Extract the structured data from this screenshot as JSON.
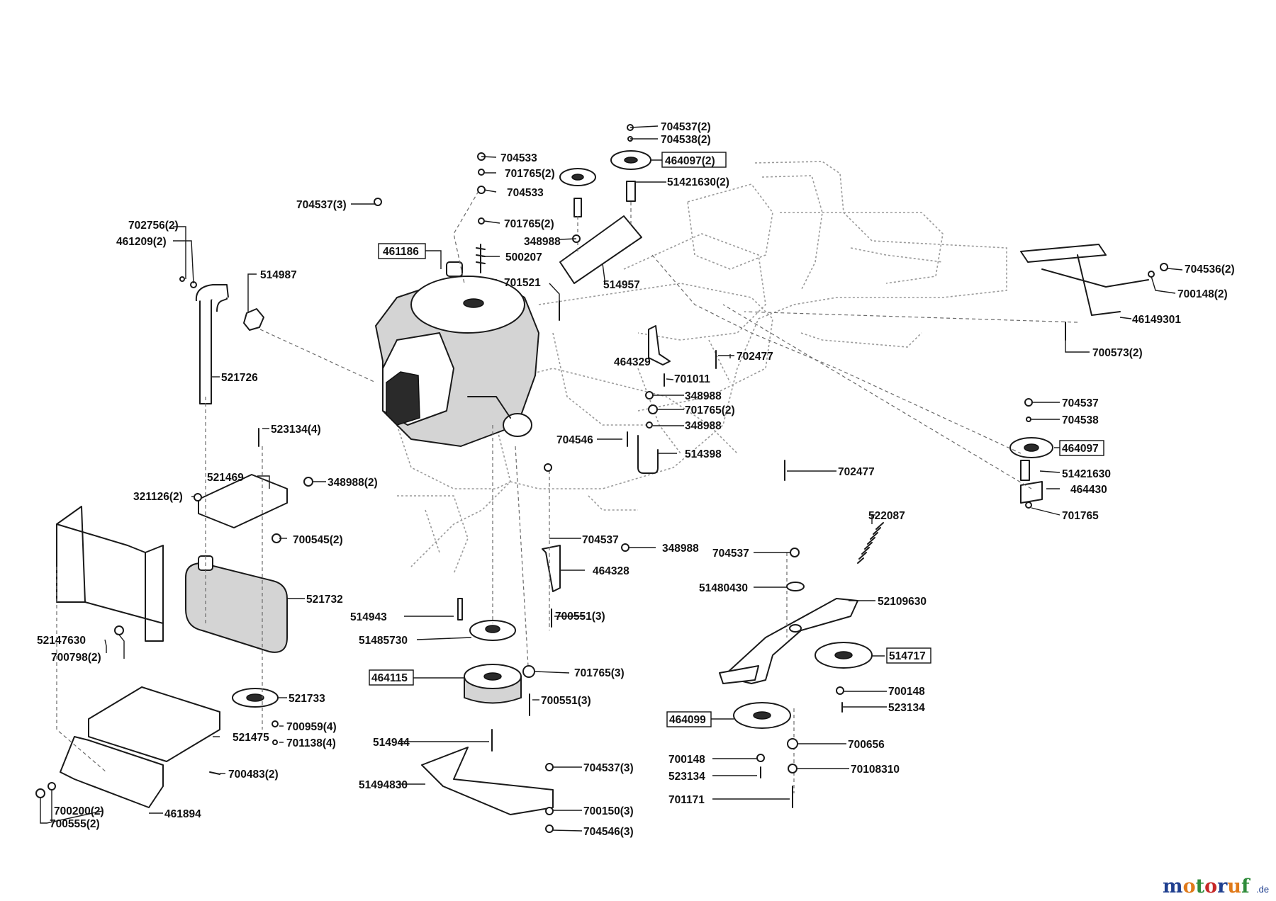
{
  "diagram": {
    "title": "",
    "labels": [
      {
        "id": "704537(2)",
        "text": "704537(2)"
      },
      {
        "id": "704538(2)",
        "text": "704538(2)"
      },
      {
        "id": "464097(2)",
        "text": "464097(2)",
        "boxed": true
      },
      {
        "id": "51421630(2)",
        "text": "51421630(2)"
      },
      {
        "id": "704533-a",
        "text": "704533"
      },
      {
        "id": "701765(2)-a",
        "text": "701765(2)"
      },
      {
        "id": "704533-b",
        "text": "704533"
      },
      {
        "id": "704537(3)-a",
        "text": "704537(3)"
      },
      {
        "id": "701765(2)-b",
        "text": "701765(2)"
      },
      {
        "id": "702756(2)",
        "text": "702756(2)"
      },
      {
        "id": "461209(2)",
        "text": "461209(2)"
      },
      {
        "id": "348988-a",
        "text": "348988"
      },
      {
        "id": "461186",
        "text": "461186",
        "boxed": true
      },
      {
        "id": "500207",
        "text": "500207"
      },
      {
        "id": "514987",
        "text": "514987"
      },
      {
        "id": "514957",
        "text": "514957"
      },
      {
        "id": "701521",
        "text": "701521"
      },
      {
        "id": "704536(2)",
        "text": "704536(2)"
      },
      {
        "id": "700148(2)",
        "text": "700148(2)"
      },
      {
        "id": "46149301",
        "text": "46149301"
      },
      {
        "id": "700573(2)",
        "text": "700573(2)"
      },
      {
        "id": "702477-a",
        "text": "702477"
      },
      {
        "id": "464329",
        "text": "464329"
      },
      {
        "id": "701011",
        "text": "701011"
      },
      {
        "id": "521726",
        "text": "521726"
      },
      {
        "id": "348988-b",
        "text": "348988"
      },
      {
        "id": "701765(2)-c",
        "text": "701765(2)"
      },
      {
        "id": "348988-c",
        "text": "348988"
      },
      {
        "id": "704537-a",
        "text": "704537"
      },
      {
        "id": "704538",
        "text": "704538"
      },
      {
        "id": "523134(4)",
        "text": "523134(4)"
      },
      {
        "id": "704546",
        "text": "704546"
      },
      {
        "id": "514398",
        "text": "514398"
      },
      {
        "id": "464097",
        "text": "464097",
        "boxed": true
      },
      {
        "id": "51421630",
        "text": "51421630"
      },
      {
        "id": "464430",
        "text": "464430"
      },
      {
        "id": "702477-b",
        "text": "702477"
      },
      {
        "id": "521469",
        "text": "521469"
      },
      {
        "id": "348988(2)",
        "text": "348988(2)"
      },
      {
        "id": "321126(2)",
        "text": "321126(2)"
      },
      {
        "id": "701765",
        "text": "701765"
      },
      {
        "id": "522087",
        "text": "522087"
      },
      {
        "id": "700545(2)",
        "text": "700545(2)"
      },
      {
        "id": "704537-b",
        "text": "704537"
      },
      {
        "id": "348988-d",
        "text": "348988"
      },
      {
        "id": "704537-c",
        "text": "704537"
      },
      {
        "id": "464328",
        "text": "464328"
      },
      {
        "id": "51480430",
        "text": "51480430"
      },
      {
        "id": "521732",
        "text": "521732"
      },
      {
        "id": "52109630",
        "text": "52109630"
      },
      {
        "id": "514943",
        "text": "514943"
      },
      {
        "id": "700551(3)-a",
        "text": "700551(3)"
      },
      {
        "id": "51485730",
        "text": "51485730"
      },
      {
        "id": "52147630",
        "text": "52147630"
      },
      {
        "id": "700798(2)",
        "text": "700798(2)"
      },
      {
        "id": "514717",
        "text": "514717",
        "boxed": true
      },
      {
        "id": "464115",
        "text": "464115",
        "boxed": true
      },
      {
        "id": "701765(3)",
        "text": "701765(3)"
      },
      {
        "id": "700148-a",
        "text": "700148"
      },
      {
        "id": "521733",
        "text": "521733"
      },
      {
        "id": "700551(3)-b",
        "text": "700551(3)"
      },
      {
        "id": "523134-a",
        "text": "523134"
      },
      {
        "id": "464099",
        "text": "464099",
        "boxed": true
      },
      {
        "id": "700959(4)",
        "text": "700959(4)"
      },
      {
        "id": "701138(4)",
        "text": "701138(4)"
      },
      {
        "id": "521475",
        "text": "521475"
      },
      {
        "id": "514944",
        "text": "514944"
      },
      {
        "id": "700656",
        "text": "700656"
      },
      {
        "id": "700148-b",
        "text": "700148"
      },
      {
        "id": "704537(3)-b",
        "text": "704537(3)"
      },
      {
        "id": "523134-b",
        "text": "523134"
      },
      {
        "id": "70108310",
        "text": "70108310"
      },
      {
        "id": "700483(2)",
        "text": "700483(2)"
      },
      {
        "id": "51494830",
        "text": "51494830"
      },
      {
        "id": "701171",
        "text": "701171"
      },
      {
        "id": "700150(3)",
        "text": "700150(3)"
      },
      {
        "id": "700200(2)",
        "text": "700200(2)"
      },
      {
        "id": "461894",
        "text": "461894"
      },
      {
        "id": "700555(2)",
        "text": "700555(2)"
      },
      {
        "id": "704546(3)",
        "text": "704546(3)"
      }
    ]
  },
  "watermark": {
    "brand": "motoruf",
    "suffix": ".de",
    "colors": [
      "#1f3f8f",
      "#e07a1a",
      "#2e8b3a",
      "#c62828",
      "#1f3f8f",
      "#e07a1a",
      "#2e8b3a"
    ]
  }
}
